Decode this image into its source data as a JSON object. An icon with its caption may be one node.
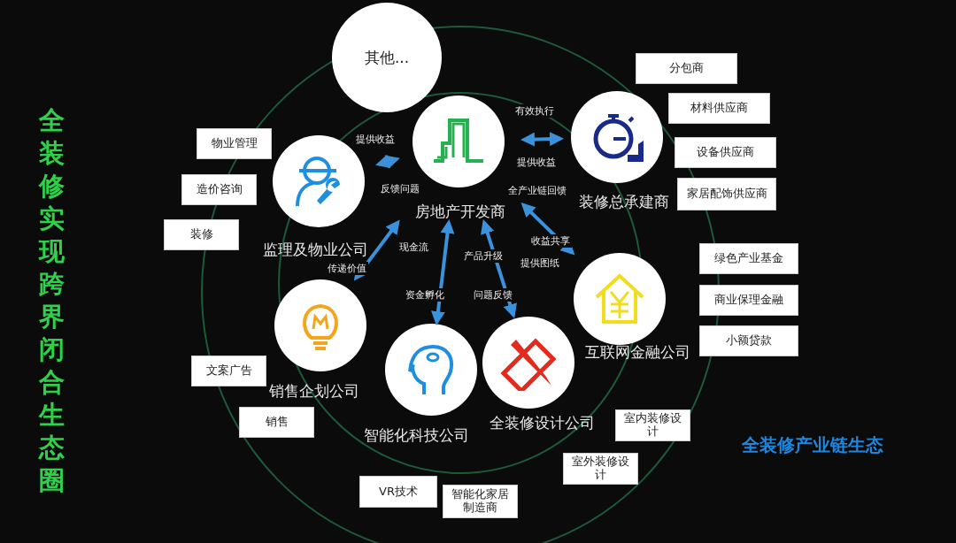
{
  "diagram": {
    "title": "全装修实现跨界闭合生态圈",
    "nodes": [
      {
        "text": [
          "其他..."
        ]
      },
      {
        "text": [
          "分包商"
        ]
      },
      {
        "text": [
          "物业管理"
        ]
      },
      {
        "text": [
          "材料供应商"
        ]
      },
      {
        "text": [
          "房地产开发商"
        ]
      },
      {
        "text": [
          "装修总承建商"
        ]
      },
      {
        "text": [
          "设备供应商"
        ]
      },
      {
        "text": [
          "造价咨询"
        ]
      },
      {
        "text": [
          "家居配饰供应商"
        ]
      },
      {
        "text": [
          "监理及物业公司"
        ]
      },
      {
        "text": [
          "装修"
        ]
      },
      {
        "text": [
          "绿色产业基金"
        ]
      },
      {
        "text": [
          "商业保理金融"
        ]
      },
      {
        "text": [
          "互联网金融公司"
        ]
      },
      {
        "text": [
          "销售企划公司"
        ]
      },
      {
        "text": [
          "小额贷款"
        ]
      },
      {
        "text": [
          "文案广告"
        ]
      },
      {
        "text": [
          "智能化科技公司"
        ]
      },
      {
        "text": [
          "全装修设计公司"
        ]
      },
      {
        "text": [
          "销售"
        ]
      },
      {
        "text": [
          "室内装修设计"
        ]
      },
      {
        "text": [
          "室外装修设计"
        ]
      },
      {
        "text": [
          "VR技术"
        ]
      },
      {
        "text": [
          "智能化家居制造商"
        ]
      }
    ],
    "edges": [
      {
        "from": 4,
        "to": 9,
        "arrow": "both",
        "label": "提供收益"
      },
      {
        "from": 4,
        "to": 5,
        "arrow": "both",
        "label": "有效执行"
      },
      {
        "from": 4,
        "to": 13,
        "arrow": "both",
        "label": "收益共享"
      },
      {
        "from": 4,
        "to": 14,
        "arrow": "both",
        "label": "现金流"
      },
      {
        "from": 4,
        "to": 17,
        "arrow": "both",
        "label": "资金孵化"
      },
      {
        "from": 4,
        "to": 18,
        "arrow": "both",
        "label": "提供图纸"
      }
    ],
    "labels": [
      "反馈问题",
      "提供收益",
      "全产业链回馈",
      "传递价值",
      "产品升级",
      "问题反馈",
      "全装修产业链生态"
    ]
  }
}
